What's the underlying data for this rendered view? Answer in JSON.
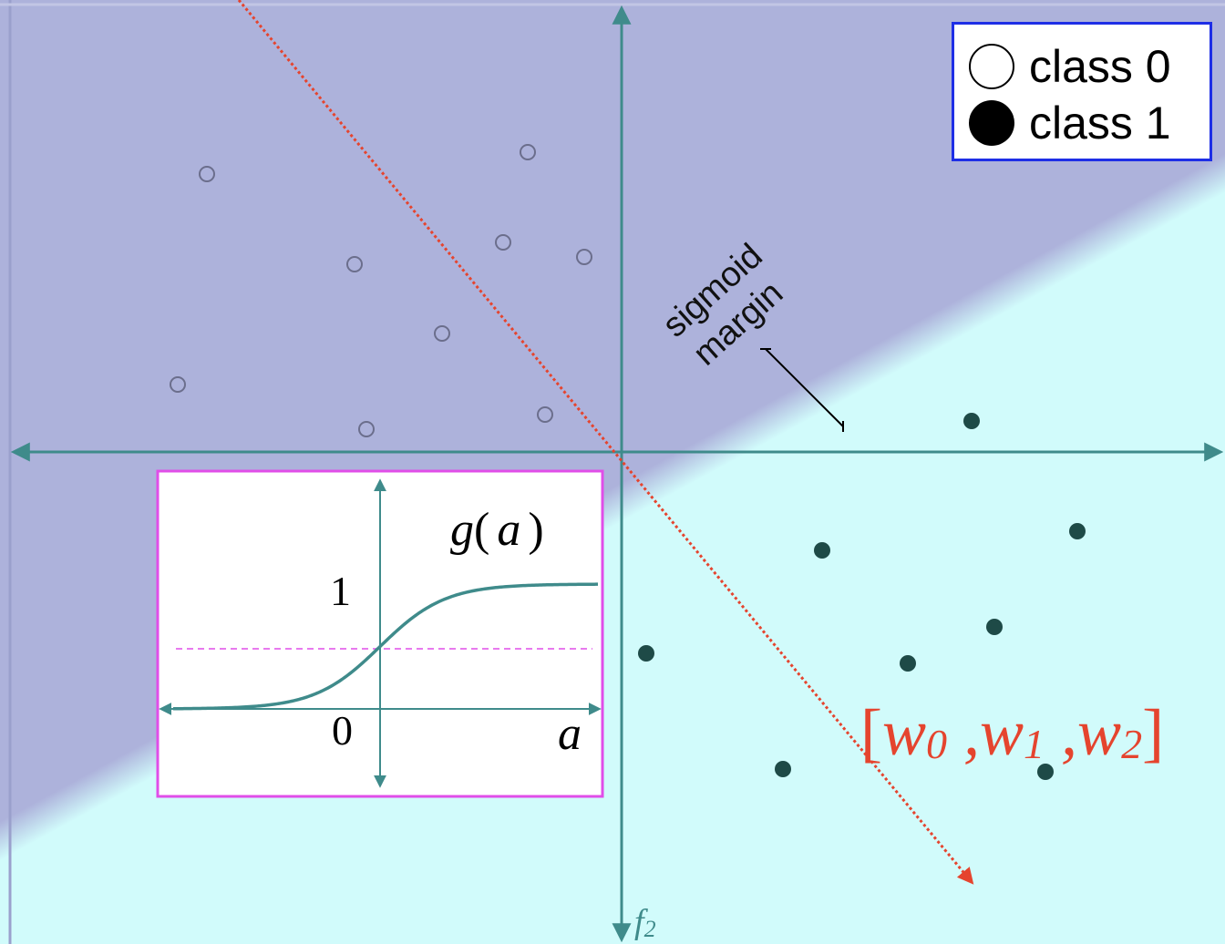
{
  "colors": {
    "class0_region": "#adb2db",
    "class1_region": "#d1fbfb",
    "axis": "#3f8b8b",
    "boundary_arrow": "#e5442e",
    "open_point": "#6b6e8c",
    "filled_point": "#1e4a47",
    "inset_border": "#e04ee8",
    "inset_dashed": "#e04ee8",
    "legend_border": "#1e2ee6",
    "weights_text": "#e5442e"
  },
  "legend": {
    "items": [
      {
        "marker": "open-circle",
        "label": "class 0"
      },
      {
        "marker": "filled-circle",
        "label": "class 1"
      }
    ]
  },
  "axes": {
    "vertical_label": "f",
    "vertical_label_sub": "2"
  },
  "annotation": {
    "line1": "sigmoid",
    "line2": "margin"
  },
  "weights": {
    "open": "[",
    "w0": "w",
    "w0_sub": "0",
    "sep1": " ,",
    "w1": "w",
    "w1_sub": "1",
    "sep2": " ,",
    "w2": "w",
    "w2_sub": "2",
    "close": "]"
  },
  "inset": {
    "title_g": "g",
    "title_open": "(",
    "title_a": "a",
    "title_close": ")",
    "tick_one": "1",
    "tick_zero": "0",
    "axis_label": "a"
  },
  "points": {
    "class0": [
      [
        227,
        191
      ],
      [
        579,
        167
      ],
      [
        389,
        290
      ],
      [
        552,
        266
      ],
      [
        641,
        282
      ],
      [
        485,
        366
      ],
      [
        195,
        422
      ],
      [
        402,
        471
      ],
      [
        598,
        455
      ]
    ],
    "class1": [
      [
        1066,
        462
      ],
      [
        1182,
        583
      ],
      [
        902,
        604
      ],
      [
        1091,
        688
      ],
      [
        709,
        717
      ],
      [
        996,
        728
      ],
      [
        859,
        844
      ],
      [
        1147,
        847
      ]
    ]
  }
}
